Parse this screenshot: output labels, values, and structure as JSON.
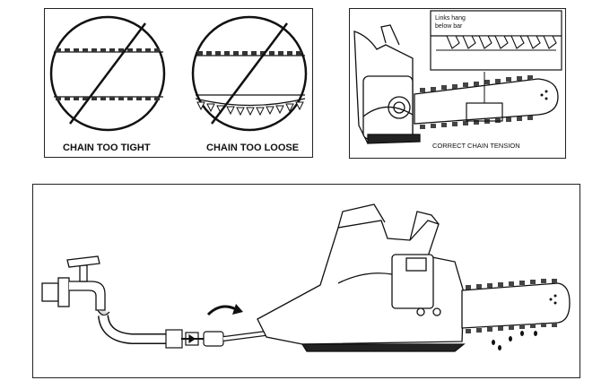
{
  "panels": {
    "tight": {
      "caption": "CHAIN TOO TIGHT"
    },
    "loose": {
      "caption": "CHAIN TOO LOOSE"
    },
    "correct": {
      "caption": "CORRECT CHAIN TENSION",
      "inset_note": [
        "Links hang",
        "below bar"
      ]
    }
  },
  "colors": {
    "ink": "#111111",
    "paper": "#ffffff"
  }
}
